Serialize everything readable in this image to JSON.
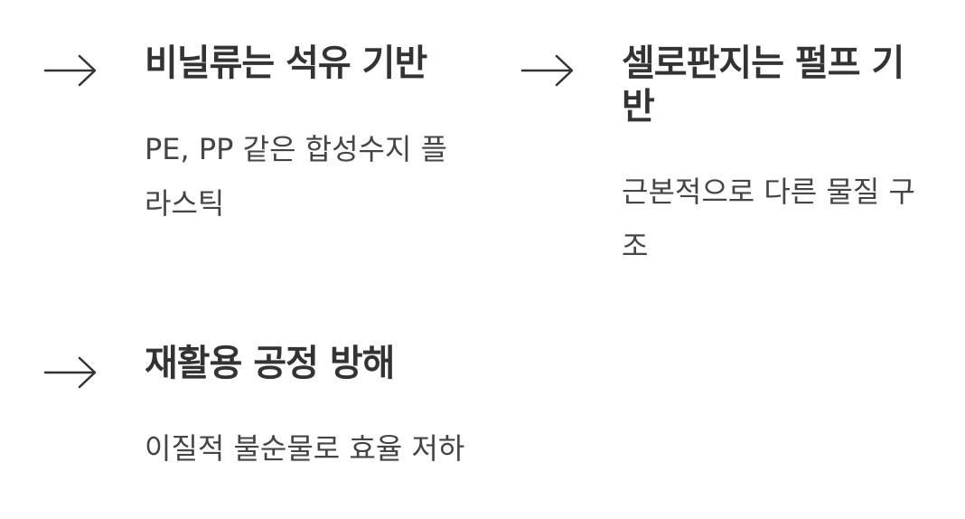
{
  "items": [
    {
      "icon": "arrow-right-icon",
      "title": "비닐류는 석유 기반",
      "description": "PE, PP 같은 합성수지 플라스틱"
    },
    {
      "icon": "arrow-right-icon",
      "title": "셀로판지는 펄프 기반",
      "description": "근본적으로 다른 물질 구조"
    },
    {
      "icon": "arrow-right-icon",
      "title": "재활용 공정 방해",
      "description": "이질적 불순물로 효율 저하"
    }
  ],
  "colors": {
    "text_title": "#333333",
    "text_body": "#444444",
    "arrow": "#333333",
    "background": "#ffffff"
  }
}
